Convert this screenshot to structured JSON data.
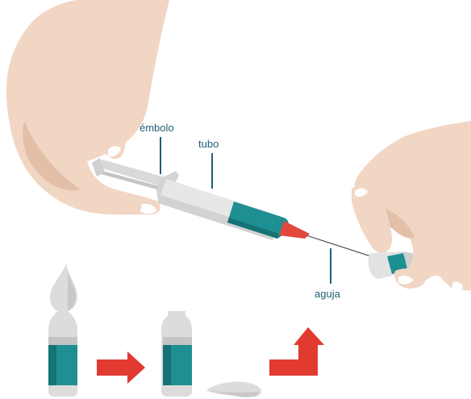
{
  "labels": {
    "plunger": "émbolo",
    "barrel": "tubo",
    "needle": "aguja"
  },
  "icons": {
    "right_hand": "hand-icon",
    "left_hand": "hand-icon",
    "syringe": "syringe-icon",
    "ampoule_closed": "ampoule-icon",
    "ampoule_open": "ampoule-icon",
    "ampoule_tip": "ampoule-tip-icon",
    "arrow_right": "arrow-right-icon",
    "arrow_up_turn": "arrow-up-icon"
  },
  "colors": {
    "skin": "#f1d6c4",
    "skin_shadow": "#e4bfa8",
    "skin_dark": "#d9ab92",
    "teal": "#1e8f92",
    "teal_dark": "#157275",
    "syringe_body": "#e7e7e7",
    "syringe_shade": "#c9c9c9",
    "needle_tip": "#e4473c",
    "glass": "#e4e4e4",
    "glass_shade": "#c7c7c7",
    "arrow": "#e03a31",
    "label": "#1f5f77"
  }
}
